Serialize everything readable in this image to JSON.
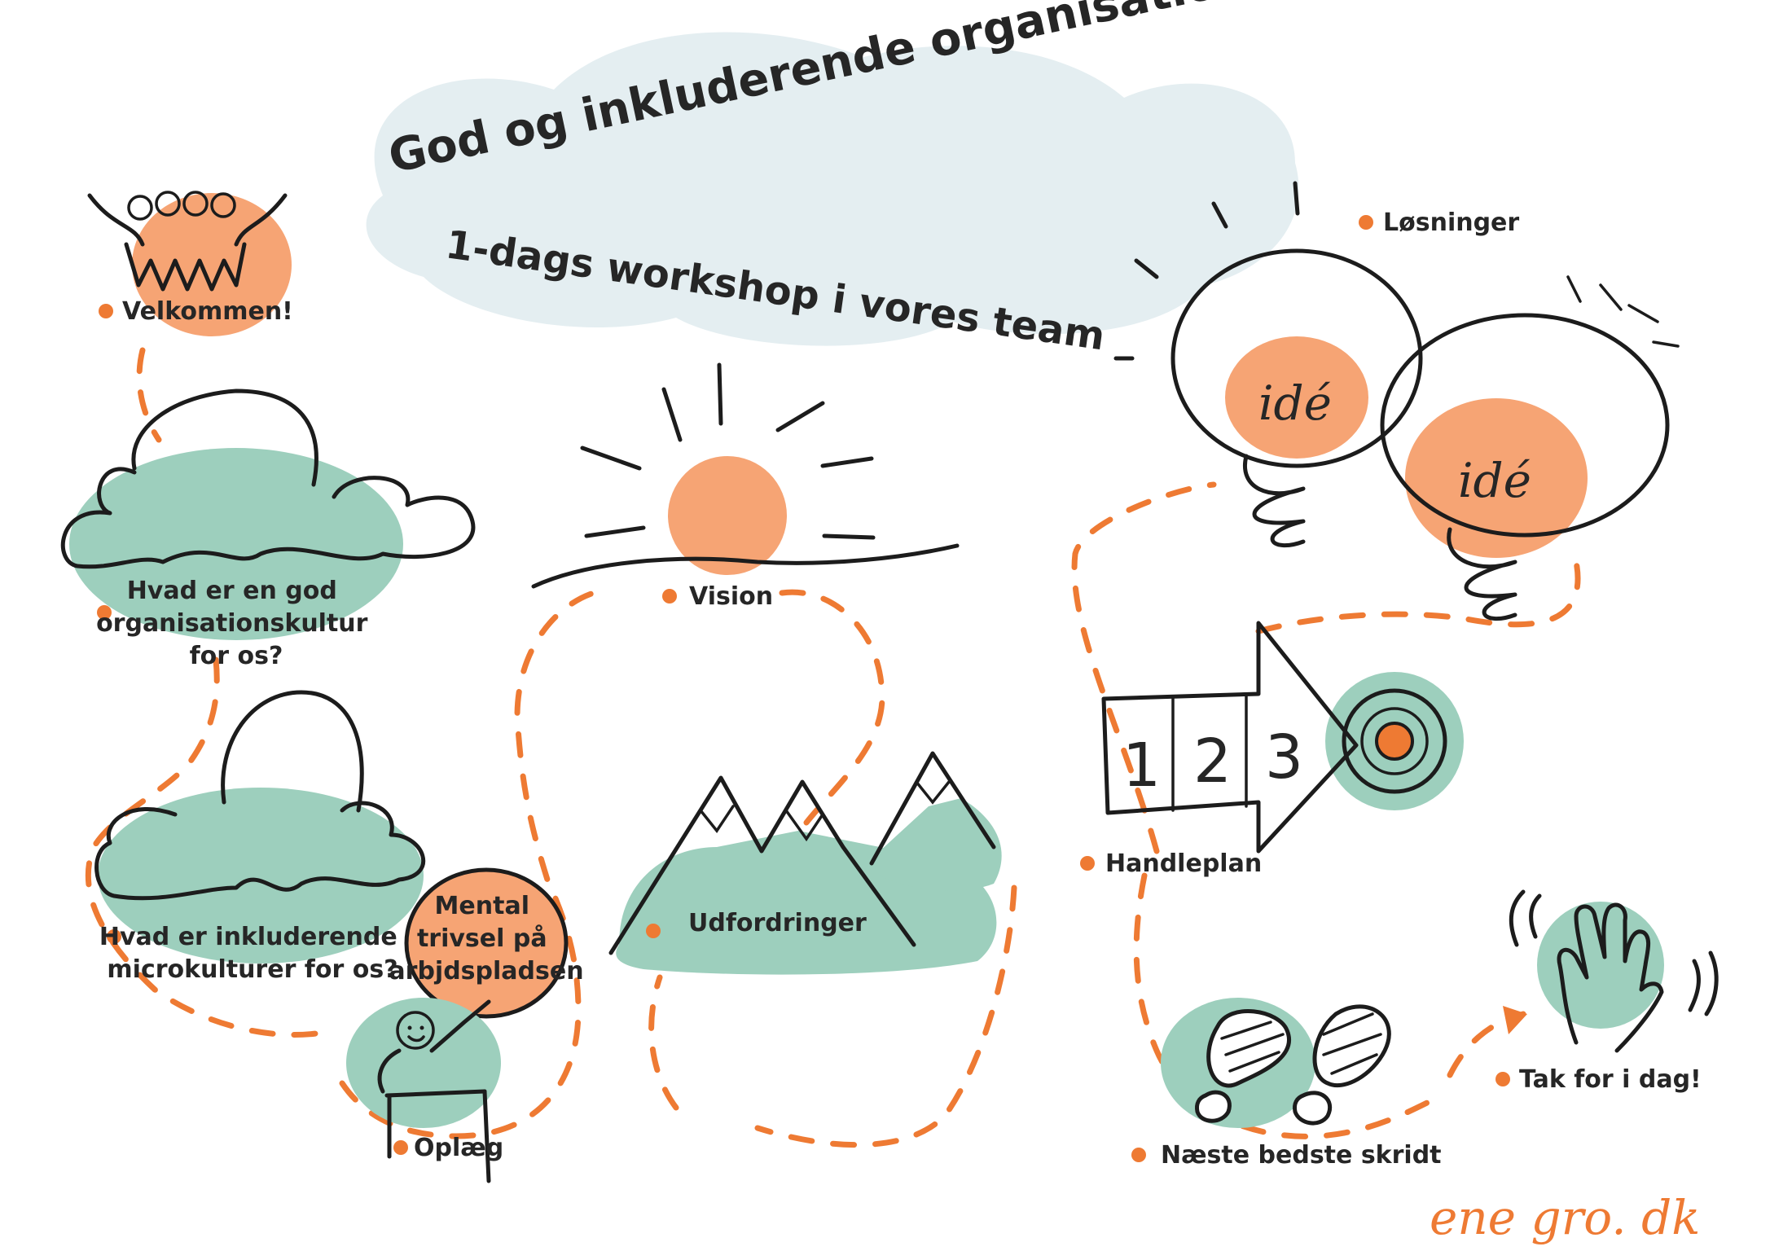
{
  "title": {
    "line1": "God og inkluderende organisationskultur",
    "line2": "1-dags workshop i vores team"
  },
  "stations": {
    "velkommen": "Velkommen!",
    "good_culture": [
      "Hvad er en god",
      "organisationskultur",
      "for os?"
    ],
    "micro_cultures": [
      "Hvad er inkluderende",
      "microkulturer for os?"
    ],
    "mental": [
      "Mental",
      "trivsel på",
      "arbjdspladsen"
    ],
    "oplaeg": "Oplæg",
    "vision": "Vision",
    "udfordringer": "Udfordringer",
    "losninger": "Løsninger",
    "handleplan": "Handleplan",
    "naeste": "Næste bedste skridt",
    "tak": "Tak for i dag!"
  },
  "ideas": [
    "idé",
    "idé"
  ],
  "steps": [
    "1",
    "2",
    "3"
  ],
  "brand": "ene gro. dk",
  "colors": {
    "orange": "#f6a474",
    "accent": "#ee7a33",
    "green": "#9dcfbd",
    "cloud": "#e4eef1",
    "ink": "#1c1c1c"
  }
}
